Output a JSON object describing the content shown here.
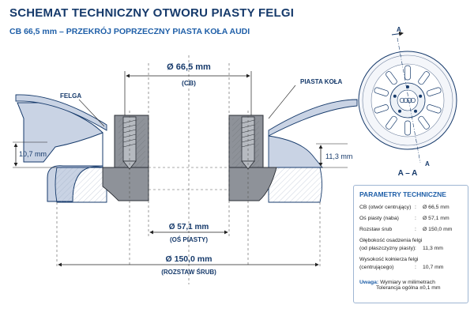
{
  "header": {
    "title": "SCHEMAT TECHNICZNY OTWORU PIASTY FELGI",
    "subtitle": "CB 66,5 mm – PRZEKRÓJ POPRZECZNY PIASTA KOŁA AUDI"
  },
  "labels": {
    "cb_value": "Ø 66,5 mm",
    "cb_caption": "(CB)",
    "hub_label": "PIASTA KOŁA",
    "rim_label": "FELGA",
    "left_dim": "10,7 mm",
    "right_dim": "11,3 mm",
    "hub_axis_value": "Ø 57,1 mm",
    "hub_axis_caption": "(OŚ PIASTY)",
    "bolt_value": "Ø 150,0 mm",
    "bolt_caption": "(ROZSTAW ŚRUB)"
  },
  "view": {
    "section_mark_top": "A",
    "section_mark_bottom": "A",
    "section_caption": "A – A"
  },
  "params": {
    "title": "PARAMETRY TECHNICZNE",
    "rows": [
      {
        "label": "CB (otwór centrujący)",
        "value": "Ø 66,5 mm"
      },
      {
        "label": "Oś piasty (naba)",
        "value": "Ø 57,1 mm"
      },
      {
        "label": "Rozstaw śrub",
        "value": "Ø 150,0 mm"
      },
      {
        "label": "Głębokość osadzenia felgi",
        "value": ""
      },
      {
        "label": "(od płaszczyzny piasty)",
        "value": "11,3 mm"
      },
      {
        "label": "Wysokość kołnierza felgi",
        "value": ""
      },
      {
        "label": "(centrującego)",
        "value": "10,7 mm"
      }
    ],
    "note_label": "Uwaga:",
    "note_line1": "Wymiary w milimetrach",
    "note_line2": "Tolerancja ogólna ±0,1 mm"
  },
  "colors": {
    "navy": "#163a6b",
    "accent": "#1f5fa8",
    "steel": "#8e9299",
    "rim": "#c9d3e4"
  }
}
